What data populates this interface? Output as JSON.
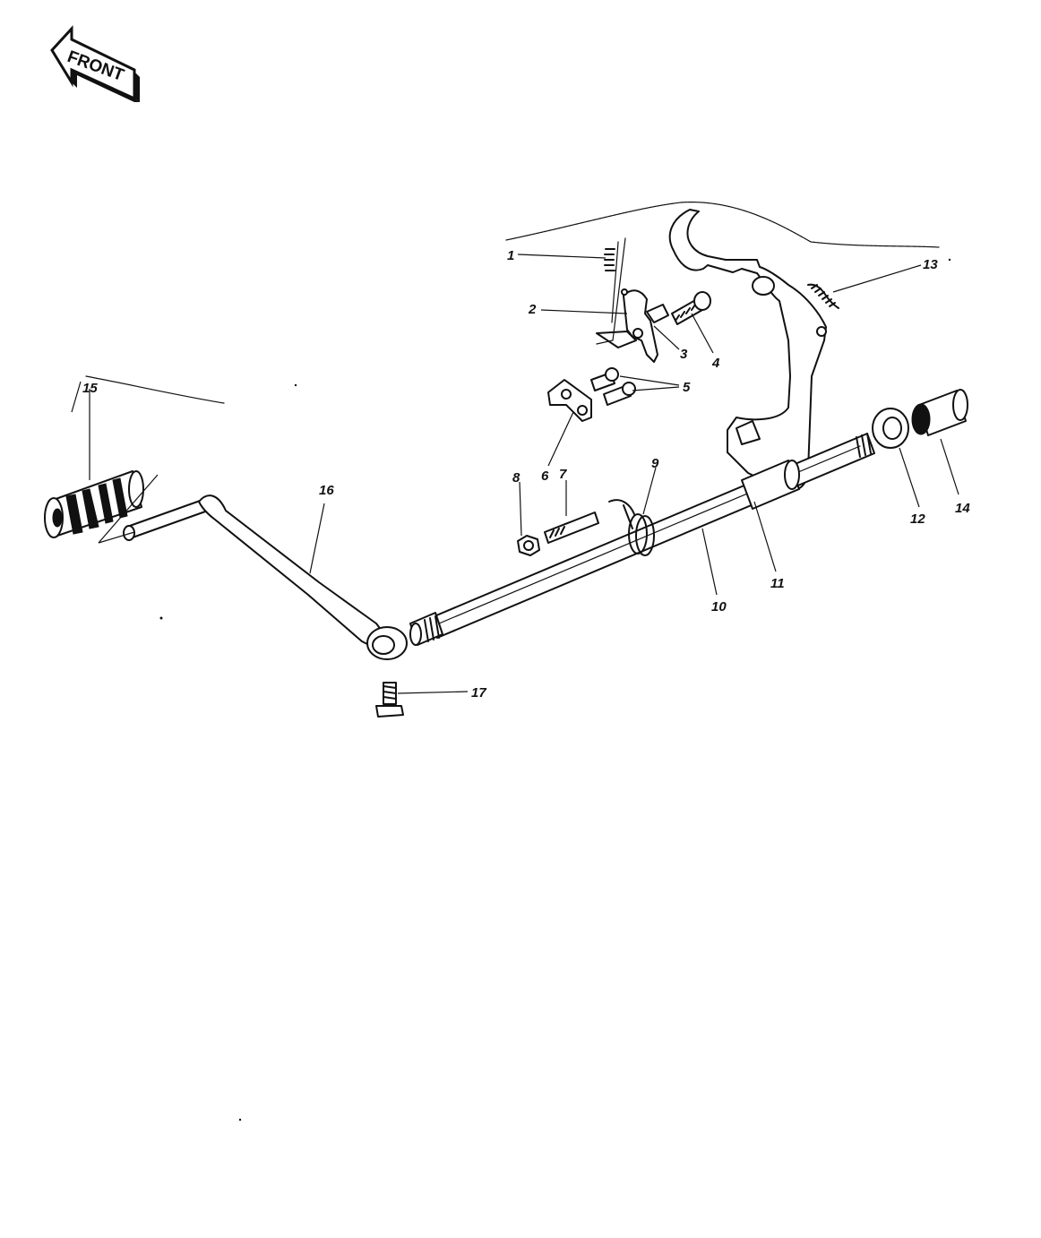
{
  "front_badge": {
    "label": "FRONT"
  },
  "callouts": [
    {
      "id": "1",
      "label": "1"
    },
    {
      "id": "2",
      "label": "2"
    },
    {
      "id": "3",
      "label": "3"
    },
    {
      "id": "4",
      "label": "4"
    },
    {
      "id": "5",
      "label": "5"
    },
    {
      "id": "6",
      "label": "6"
    },
    {
      "id": "7",
      "label": "7"
    },
    {
      "id": "8",
      "label": "8"
    },
    {
      "id": "9",
      "label": "9"
    },
    {
      "id": "10",
      "label": "10"
    },
    {
      "id": "11",
      "label": "11"
    },
    {
      "id": "12",
      "label": "12"
    },
    {
      "id": "13",
      "label": "13"
    },
    {
      "id": "14",
      "label": "14"
    },
    {
      "id": "15",
      "label": "15"
    },
    {
      "id": "16",
      "label": "16"
    },
    {
      "id": "17",
      "label": "17"
    }
  ],
  "colors": {
    "ink": "#111111",
    "paper": "#ffffff"
  }
}
